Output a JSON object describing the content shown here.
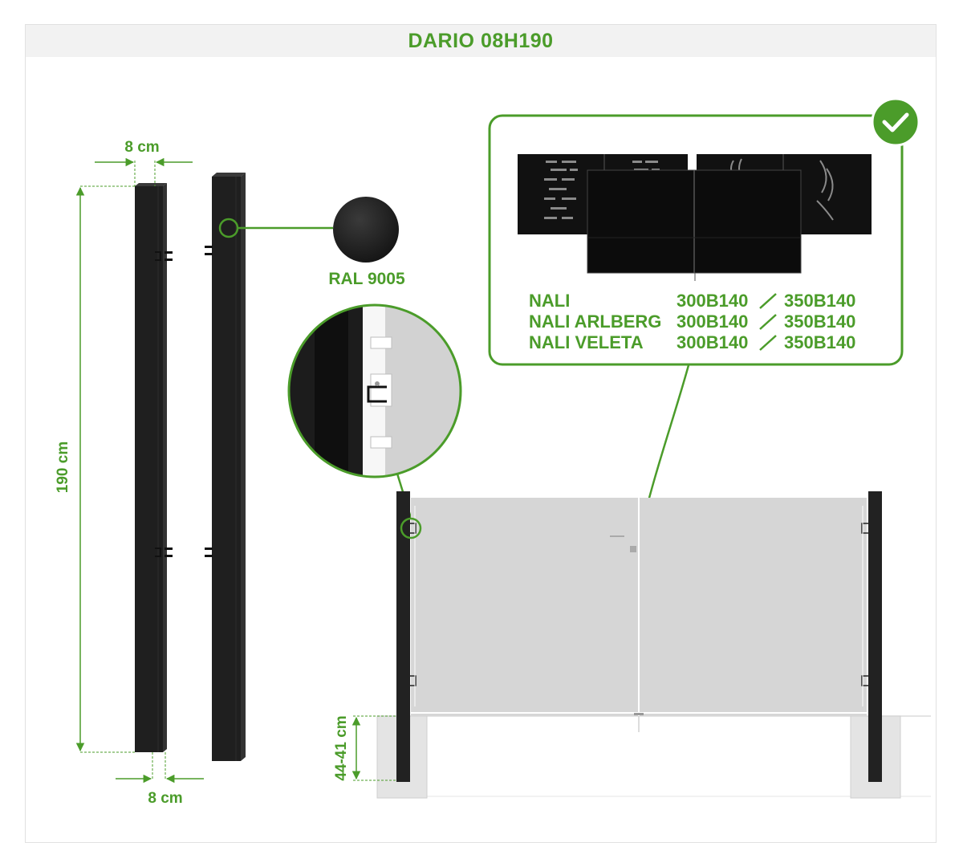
{
  "title": "DARIO 08H190",
  "dimensions": {
    "post_width_top": "8 cm",
    "post_width_bottom": "8 cm",
    "post_height": "190 cm",
    "foundation_depth": "44-41 cm"
  },
  "color": {
    "label": "RAL 9005",
    "swatch_hex": "#1e1e1e"
  },
  "compatibility": {
    "status_icon": "check-icon",
    "models": [
      {
        "name": "NALI",
        "size_a": "300B140",
        "size_b": "350B140"
      },
      {
        "name": "NALI ARLBERG",
        "size_a": "300B140",
        "size_b": "350B140"
      },
      {
        "name": "NALI VELETA",
        "size_a": "300B140",
        "size_b": "350B140"
      }
    ]
  },
  "colors": {
    "accent": "#4b9c2a",
    "post": "#222222"
  }
}
